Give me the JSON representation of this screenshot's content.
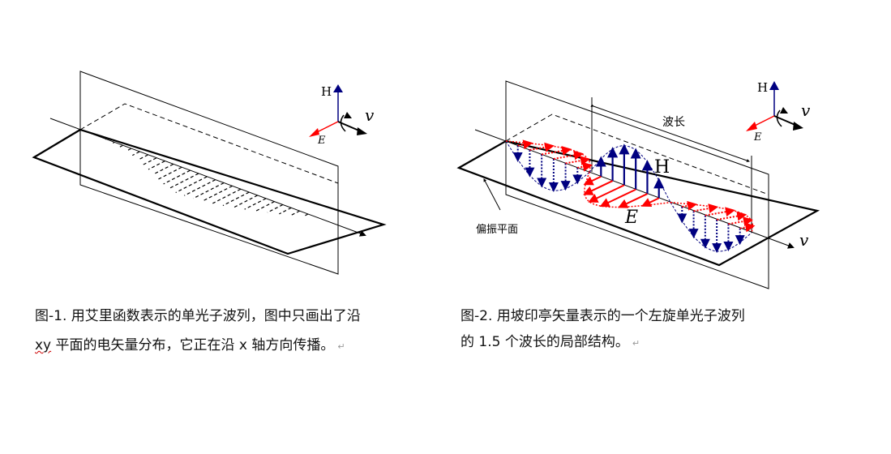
{
  "figure1": {
    "axes_legend": {
      "h_label": "H",
      "e_label": "E",
      "v_label": "v"
    },
    "caption_line1": "图-1. 用艾里函数表示的单光子波列，图中只画出了沿",
    "caption_line2_prefix": "xy",
    "caption_line2_rest": " 平面的电矢量分布，它正在沿 x 轴方向传播。"
  },
  "figure2": {
    "axes_legend": {
      "h_label": "H",
      "e_label": "E",
      "v_label": "v"
    },
    "wavelength_label": "波长",
    "plane_label": "偏振平面",
    "h_wave_label": "H",
    "e_wave_label": "E",
    "propagation_label": "v",
    "caption_line1": "图-2. 用坡印亭矢量表示的一个左旋单光子波列",
    "caption_line2": "的 1.5 个波长的局部结构。"
  },
  "colors": {
    "e_vector": "#ff0000",
    "h_vector": "#000080",
    "axis": "#000000"
  },
  "return_mark": "↵"
}
